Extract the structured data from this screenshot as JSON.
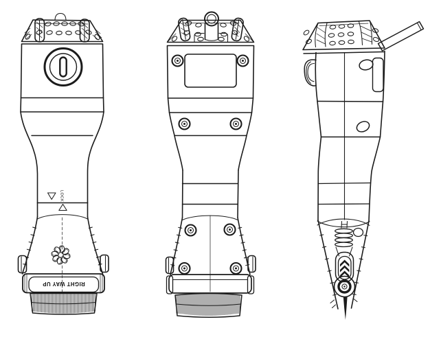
{
  "figure": {
    "type": "technical-line-drawing",
    "description": "Three orthographic views of a hand-held cylindrical device with perforated crown cap, waisted body, flared ribbed base and internal probe mechanism",
    "background_color": "#ffffff",
    "line_color": "#1b1b1b",
    "views": [
      {
        "name": "front-view",
        "position": "left"
      },
      {
        "name": "rear-view",
        "position": "center"
      },
      {
        "name": "side-view",
        "position": "right"
      }
    ],
    "labels": {
      "lock": "LOCK",
      "orientation": "RIGHT WAY UP"
    },
    "symbols": [
      "down-triangle-marker",
      "up-triangle-marker",
      "pinwheel-marker",
      "chevron-marker",
      "keyhole-marker"
    ]
  }
}
